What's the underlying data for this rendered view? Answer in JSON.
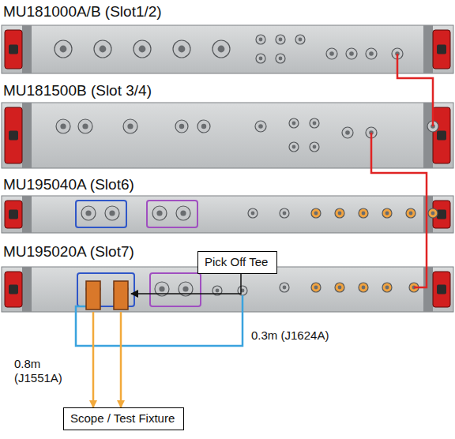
{
  "diagram": {
    "nodes": [
      {
        "text": [
          "MU181000A/B (Slot1/2)"
        ]
      },
      {
        "text": [
          "MU181500B (Slot 3/4)"
        ]
      },
      {
        "text": [
          "MU195040A (Slot6)"
        ]
      },
      {
        "text": [
          "MU195020A (Slot7)"
        ]
      },
      {
        "text": [
          "Pick Off Tee"
        ]
      },
      {
        "text": [
          "Scope / Test Fixture"
        ]
      }
    ],
    "edges": [
      {
        "from": 0,
        "to": 1,
        "arrow": "none"
      },
      {
        "from": 1,
        "to": 3,
        "arrow": "none"
      },
      {
        "from": 4,
        "to": 3,
        "arrow": "to"
      },
      {
        "from": 3,
        "to": 5,
        "arrow": "to"
      },
      {
        "from": 3,
        "to": 5,
        "arrow": "to"
      }
    ],
    "labels": [
      "0.3m (J1624A)",
      "0.8m (J1551A)"
    ]
  }
}
